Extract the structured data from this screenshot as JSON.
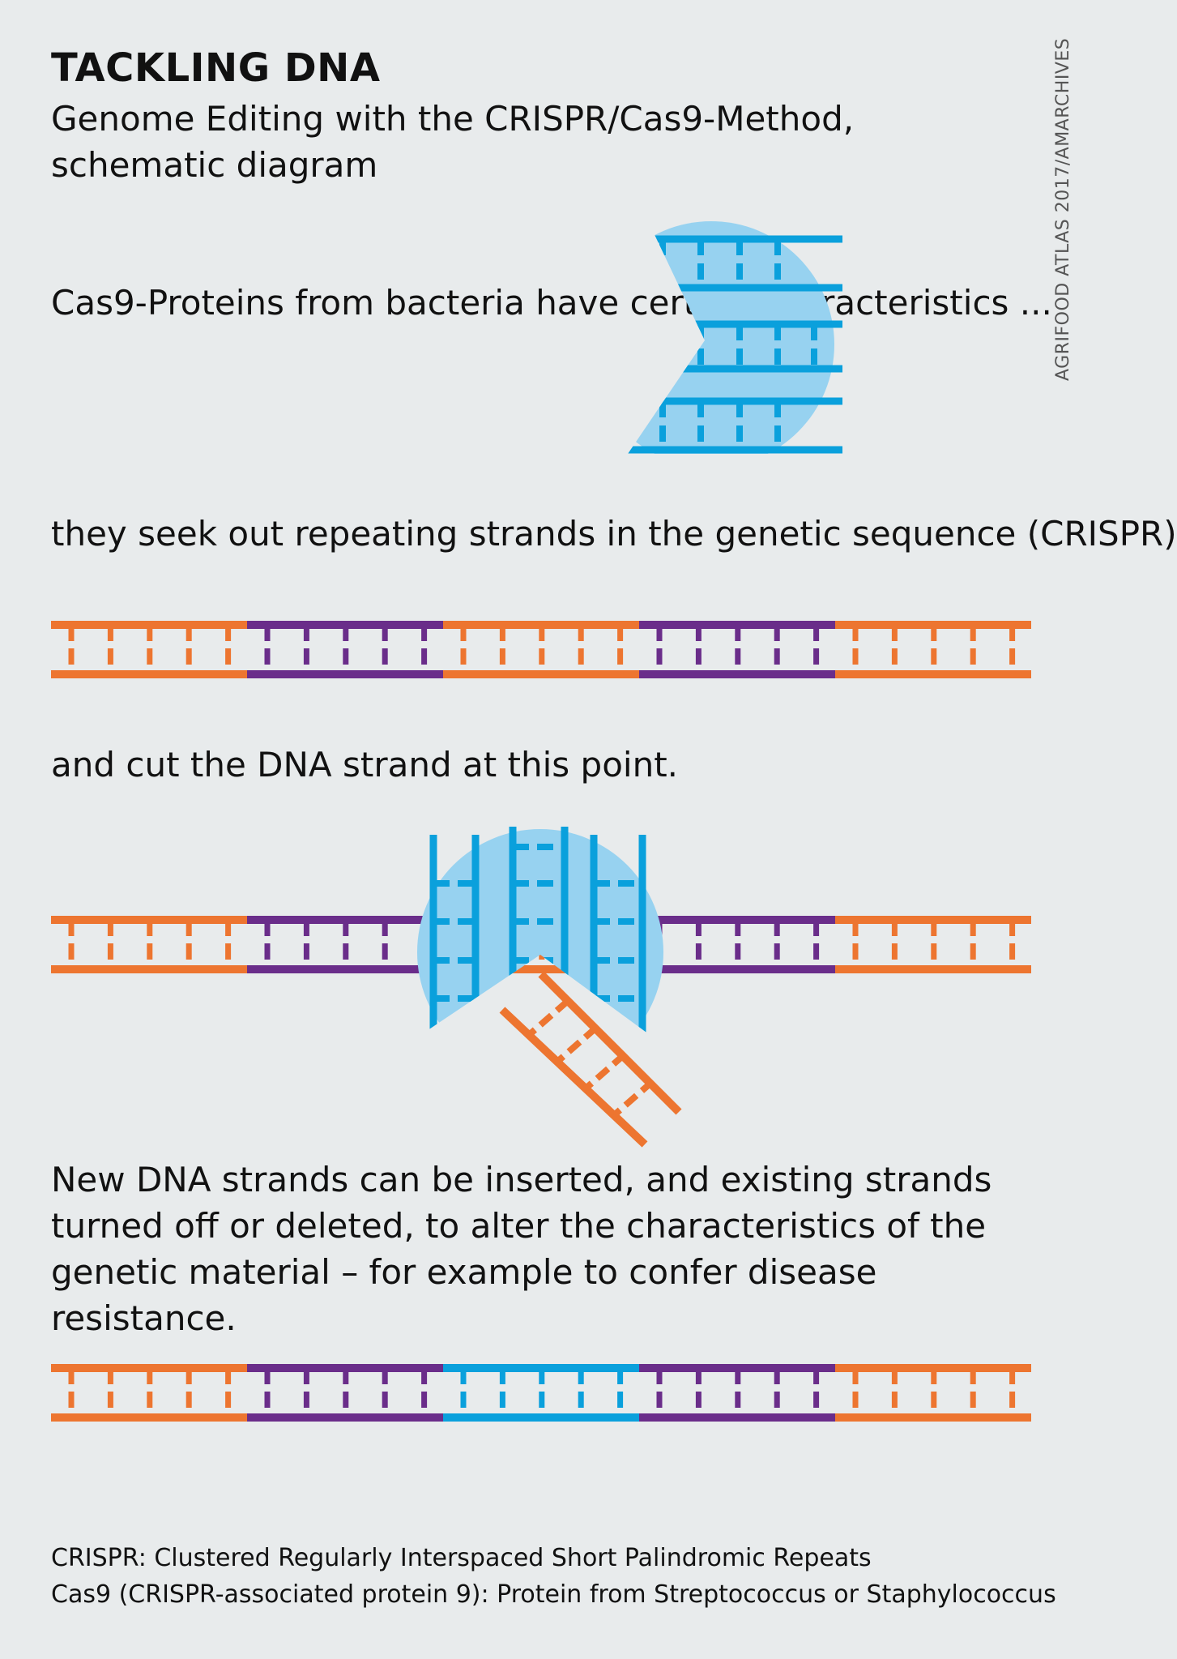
{
  "header": {
    "title": "TACKLING DNA",
    "subtitle": "Genome Editing with the CRISPR/Cas9-Method, schematic diagram"
  },
  "credit": "AGRIFOOD ATLAS 2017/AMARCHIVES",
  "steps": [
    {
      "text": "Cas9-Proteins from bacteria have certain characteristics ..."
    },
    {
      "text": "they seek out repeating strands in the genetic sequence (CRISPR)"
    },
    {
      "text": "and cut the DNA strand at this point."
    },
    {
      "text": "New DNA strands can be inserted, and existing strands turned off or deleted, to alter the characteristics of the genetic material – for example to confer disease resistance."
    }
  ],
  "footnotes": {
    "crispr": "CRISPR: Clustered Regularly Interspaced Short Palindromic Repeats",
    "cas9": "Cas9 (CRISPR-associated protein 9): Protein from Streptococcus or Staphylococcus"
  },
  "colors": {
    "background": "#e8ebec",
    "orange": "#ed7530",
    "purple": "#6a2d8a",
    "blue": "#0aa0dc",
    "light_blue": "#97d2f0"
  },
  "diagram": {
    "strand_colors_before": [
      "orange",
      "purple",
      "orange",
      "purple",
      "orange"
    ],
    "strand_colors_after": [
      "orange",
      "purple",
      "blue",
      "purple",
      "orange"
    ]
  }
}
